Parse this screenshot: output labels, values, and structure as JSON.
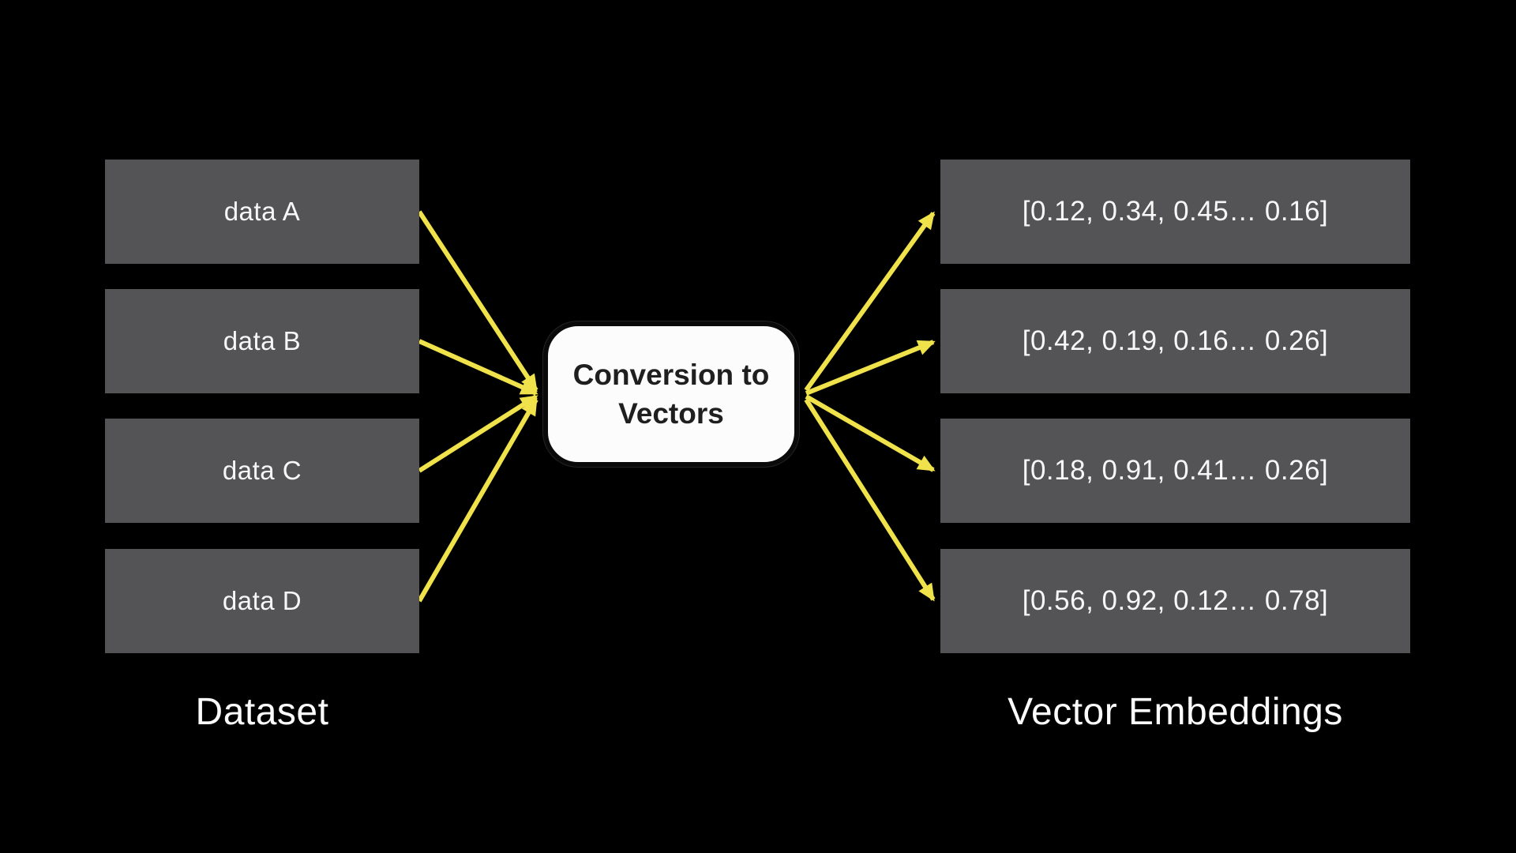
{
  "diagram": {
    "dataset": {
      "caption": "Dataset",
      "items": [
        {
          "label": "data A"
        },
        {
          "label": "data B"
        },
        {
          "label": "data C"
        },
        {
          "label": "data D"
        }
      ]
    },
    "converter": {
      "label_line1": "Conversion to",
      "label_line2": "Vectors"
    },
    "embeddings": {
      "caption": "Vector Embeddings",
      "items": [
        {
          "label": "[0.12, 0.34, 0.45… 0.16]"
        },
        {
          "label": "[0.42, 0.19, 0.16… 0.26]"
        },
        {
          "label": "[0.18, 0.91, 0.41… 0.26]"
        },
        {
          "label": "[0.56, 0.92, 0.12… 0.78]"
        }
      ]
    },
    "colors": {
      "background": "#000000",
      "node_fill": "#545456",
      "node_text": "#f7f7f7",
      "converter_fill": "#fcfcfc",
      "converter_border": "#0a0a0a",
      "converter_text": "#1f1f1f",
      "arrow": "#f0e24a",
      "caption_text": "#fcfcfc"
    }
  }
}
